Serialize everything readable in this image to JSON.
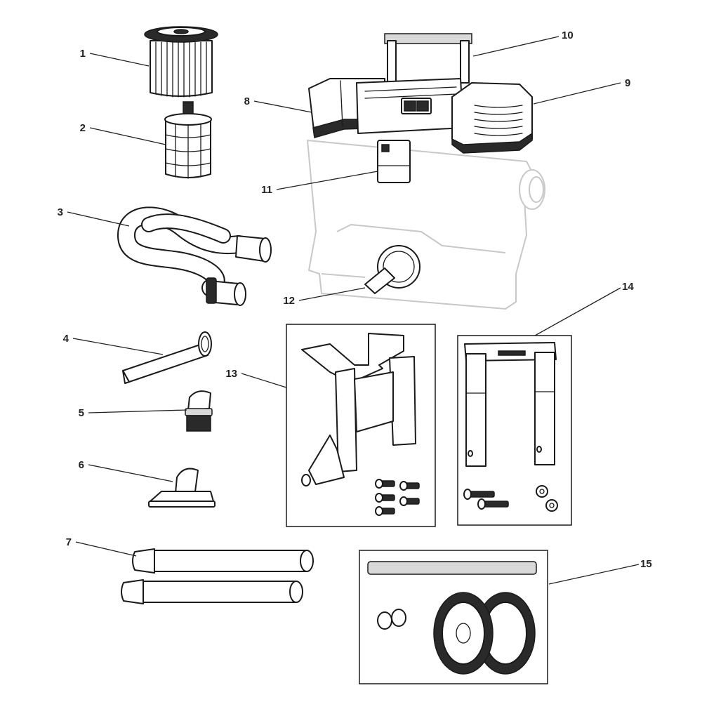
{
  "parts": [
    {
      "id": 1,
      "label": "1"
    },
    {
      "id": 2,
      "label": "2"
    },
    {
      "id": 3,
      "label": "3"
    },
    {
      "id": 4,
      "label": "4"
    },
    {
      "id": 5,
      "label": "5"
    },
    {
      "id": 6,
      "label": "6"
    },
    {
      "id": 7,
      "label": "7"
    },
    {
      "id": 8,
      "label": "8"
    },
    {
      "id": 9,
      "label": "9"
    },
    {
      "id": 10,
      "label": "10"
    },
    {
      "id": 11,
      "label": "11"
    },
    {
      "id": 12,
      "label": "12"
    },
    {
      "id": 13,
      "label": "13"
    },
    {
      "id": 14,
      "label": "14"
    },
    {
      "id": 15,
      "label": "15"
    }
  ]
}
